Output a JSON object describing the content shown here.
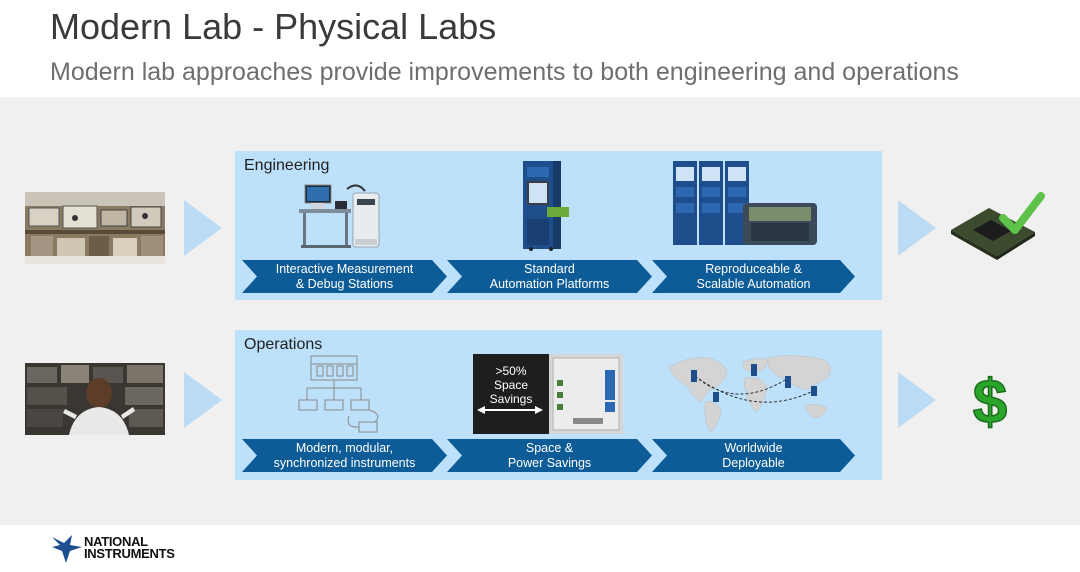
{
  "slide": {
    "title": "Modern Lab - Physical Labs",
    "subtitle": "Modern lab approaches provide improvements to both engineering and operations"
  },
  "engineering": {
    "label": "Engineering",
    "steps": [
      {
        "line1": "Interactive Measurement",
        "line2": "& Debug Stations"
      },
      {
        "line1": "Standard",
        "line2": "Automation Platforms"
      },
      {
        "line1": "Reproduceable &",
        "line2": "Scalable Automation"
      }
    ],
    "outcome_icon": "chip-checkmark-icon"
  },
  "operations": {
    "label": "Operations",
    "steps": [
      {
        "line1": "Modern, modular,",
        "line2": "synchronized instruments"
      },
      {
        "line1": "Space &",
        "line2": "Power Savings"
      },
      {
        "line1": "Worldwide",
        "line2": "Deployable"
      }
    ],
    "savings_callout": {
      "line1": ">50%",
      "line2": "Space",
      "line3": "Savings"
    },
    "outcome_icon": "dollar-sign-icon"
  },
  "footer": {
    "logo_line1": "NATIONAL",
    "logo_line2": "INSTRUMENTS"
  },
  "colors": {
    "panel": "#bde0fb",
    "chevron": "#0e5c97",
    "arrow": "#bcdcf6",
    "band": "#f0f0f0",
    "check": "#5cc24a",
    "dollar": "#2aa52a"
  }
}
